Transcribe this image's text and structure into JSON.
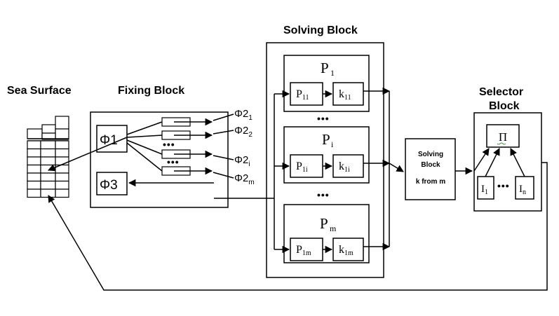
{
  "titles": {
    "sea_surface": "Sea Surface",
    "fixing_block": "Fixing Block",
    "solving_block": "Solving Block",
    "selector_block_line1": "Selector",
    "selector_block_line2": "Block"
  },
  "fixing": {
    "phi1": "Φ1",
    "phi3": "Φ3",
    "phi2_base": "Φ2",
    "phi2_subs": [
      "1",
      "2",
      "i",
      "m"
    ],
    "dots": "•••"
  },
  "solving": {
    "groups": [
      {
        "p_base": "P",
        "p_sub": "1",
        "inner_p_base": "P",
        "inner_p_sub": "11",
        "k_base": "k",
        "k_sub": "11"
      },
      {
        "p_base": "P",
        "p_sub": "i",
        "inner_p_base": "P",
        "inner_p_sub": "1i",
        "k_base": "k",
        "k_sub": "1i"
      },
      {
        "p_base": "P",
        "p_sub": "m",
        "inner_p_base": "P",
        "inner_p_sub": "1m",
        "k_base": "k",
        "k_sub": "1m"
      }
    ],
    "dots": "•••"
  },
  "solving_small": {
    "line1": "Solving",
    "line2": "Block",
    "line3": "k from m"
  },
  "selector": {
    "pi": "Π",
    "i_base": "I",
    "i1_sub": "1",
    "in_sub": "n",
    "dots": "•••"
  }
}
